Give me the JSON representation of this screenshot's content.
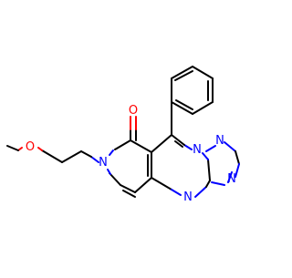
{
  "molecule": {
    "atom_labels": {
      "carbonyl_oxygen": "O",
      "ether_oxygen": "O",
      "pyridone_nitrogen": "N",
      "bridgehead_nitrogen": "N",
      "triazole_nitrogen_top": "N",
      "triazole_nitrogen_right": "N",
      "pyrimidine_nitrogen": "N"
    }
  },
  "colors": {
    "bond": "#000000",
    "nitrogen": "#0000ff",
    "oxygen": "#ff0000",
    "background": "#ffffff"
  }
}
